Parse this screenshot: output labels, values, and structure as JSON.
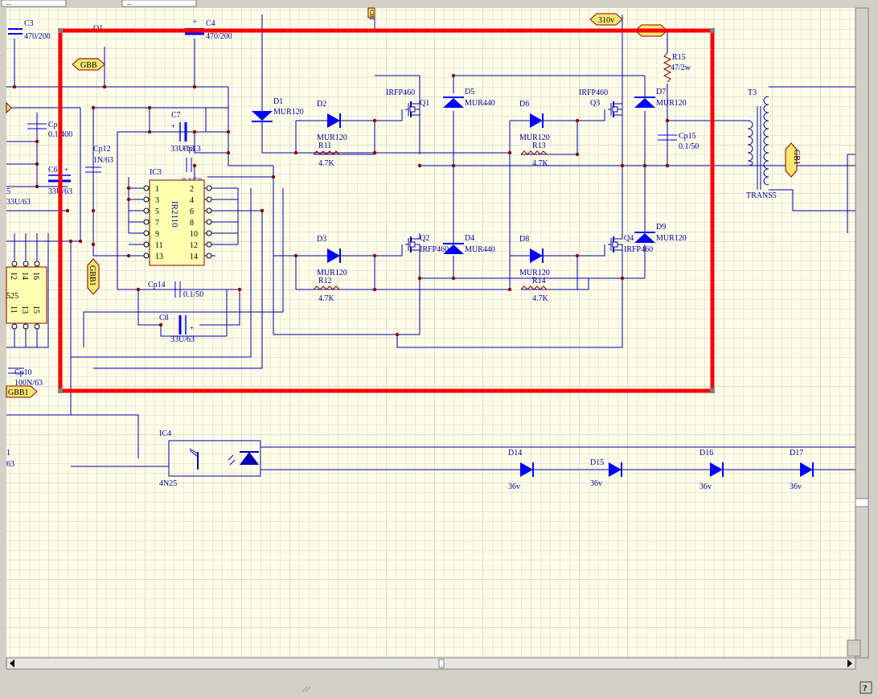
{
  "tabs": [
    {
      "label": "..."
    },
    {
      "label": "..."
    }
  ],
  "colors": {
    "paper": "#fffde8",
    "grid": "#cfd6d9",
    "grid_major": "#b9c4c8",
    "wire": "#0000b0",
    "junction": "#8b0000",
    "highlight": "#ff0000",
    "port_fill": "#f8e870",
    "ic_fill": "#ffffb0"
  },
  "highlight_box": {
    "label": "selection-rectangle"
  },
  "capacitors": [
    {
      "ref": "C3",
      "value": "470/200",
      "polarized": true
    },
    {
      "ref": "C4",
      "value": "470/200",
      "polarized": true
    },
    {
      "ref": "C7",
      "value": "33U/63",
      "polarized": true
    },
    {
      "ref": "Cp13",
      "value": "0.1/50",
      "polarized": false
    },
    {
      "ref": "Cp12",
      "value": "1N/63",
      "polarized": false
    },
    {
      "ref": "Cp14",
      "value": "0.1/50",
      "polarized": false
    },
    {
      "ref": "C8",
      "value": "33U/63",
      "polarized": true
    },
    {
      "ref": "Cp15",
      "value": "0.1/50",
      "polarized": false
    },
    {
      "ref": "Cp",
      "value": "0.1/400",
      "polarized": false
    },
    {
      "ref": "C6",
      "value": "33U/63",
      "polarized": true
    },
    {
      "ref": "5",
      "value": "33U/63",
      "polarized": false
    },
    {
      "ref": "Cp10",
      "value": "100N/63",
      "polarized": false
    }
  ],
  "diodes": [
    {
      "ref": "D1",
      "part": "MUR120"
    },
    {
      "ref": "D2",
      "part": "MUR120"
    },
    {
      "ref": "D5",
      "part": "MUR440"
    },
    {
      "ref": "D6",
      "part": "MUR120"
    },
    {
      "ref": "D7",
      "part": "MUR120"
    },
    {
      "ref": "D3",
      "part": "MUR120"
    },
    {
      "ref": "D4",
      "part": "MUR440"
    },
    {
      "ref": "D8",
      "part": "MUR120"
    },
    {
      "ref": "D9",
      "part": "MUR120"
    },
    {
      "ref": "D14",
      "part": "36v"
    },
    {
      "ref": "D15",
      "part": "36v"
    },
    {
      "ref": "D16",
      "part": "36v"
    },
    {
      "ref": "D17",
      "part": "36v"
    }
  ],
  "resistors": [
    {
      "ref": "R11",
      "value": "4.7K"
    },
    {
      "ref": "R13",
      "value": "4.7K"
    },
    {
      "ref": "R12",
      "value": "4.7K"
    },
    {
      "ref": "R14",
      "value": "4.7K"
    },
    {
      "ref": "R15",
      "value": "47/2w"
    }
  ],
  "transistors": [
    {
      "ref": "Q1",
      "part": "IRFP460"
    },
    {
      "ref": "Q3",
      "part": "IRFP460"
    },
    {
      "ref": "Q2",
      "part": "IRFP460"
    },
    {
      "ref": "Q4",
      "part": "IRFP460"
    }
  ],
  "ic3": {
    "ref": "IC3",
    "part": "IR2110",
    "left_pins": [
      "1",
      "3",
      "5",
      "7",
      "9",
      "11",
      "13"
    ],
    "right_pins": [
      "2",
      "4",
      "6",
      "8",
      "10",
      "12",
      "14"
    ]
  },
  "left_ic": {
    "label": "525",
    "top_pins": [
      "12",
      "14",
      "16"
    ],
    "bottom_pins": [
      "11",
      "13",
      "15"
    ]
  },
  "ic4": {
    "ref": "IC4",
    "part": "4N25"
  },
  "transformer": {
    "ref": "T3",
    "part": "TRANS5"
  },
  "ports": [
    {
      "name": "GBB"
    },
    {
      "name": "GB1"
    },
    {
      "name": "GBB1"
    },
    {
      "name": "GB1"
    },
    {
      "name": "310v"
    },
    {
      "name": "GBB1"
    }
  ],
  "fragments": {
    "q_cut": "Q1",
    "left_1": "1",
    "left_63": "63"
  }
}
